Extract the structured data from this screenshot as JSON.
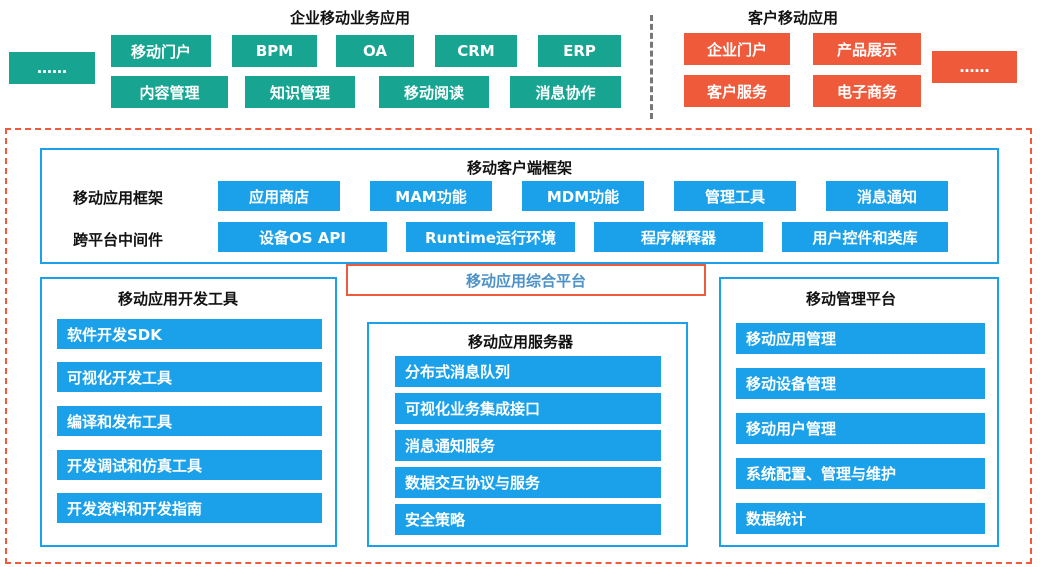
{
  "enterprise": {
    "title": "企业移动业务应用",
    "more": "……",
    "apps": [
      "移动门户",
      "BPM",
      "OA",
      "CRM",
      "ERP",
      "内容管理",
      "知识管理",
      "移动阅读",
      "消息协作"
    ]
  },
  "customer": {
    "title": "客户移动应用",
    "more": "……",
    "apps": [
      "企业门户",
      "产品展示",
      "客户服务",
      "电子商务"
    ]
  },
  "client_framework": {
    "title": "移动客户端框架",
    "rows": [
      {
        "label": "移动应用框架",
        "items": [
          "应用商店",
          "MAM功能",
          "MDM功能",
          "管理工具",
          "消息通知"
        ]
      },
      {
        "label": "跨平台中间件",
        "items": [
          "设备OS API",
          "Runtime运行环境",
          "程序解释器",
          "用户控件和类库"
        ]
      }
    ]
  },
  "platform": {
    "title": "移动应用综合平台"
  },
  "dev_tools": {
    "title": "移动应用开发工具",
    "items": [
      "软件开发SDK",
      "可视化开发工具",
      "编译和发布工具",
      "开发调试和仿真工具",
      "开发资料和开发指南"
    ]
  },
  "server": {
    "title": "移动应用服务器",
    "items": [
      "分布式消息队列",
      "可视化业务集成接口",
      "消息通知服务",
      "数据交互协议与服务",
      "安全策略"
    ]
  },
  "management": {
    "title": "移动管理平台",
    "items": [
      "移动应用管理",
      "移动设备管理",
      "移动用户管理",
      "系统配置、管理与维护",
      "数据统计"
    ]
  },
  "colors": {
    "teal": "#17a592",
    "red": "#ef5a3b",
    "blue": "#1ba1ea",
    "platform_text": "#4c92c6"
  }
}
